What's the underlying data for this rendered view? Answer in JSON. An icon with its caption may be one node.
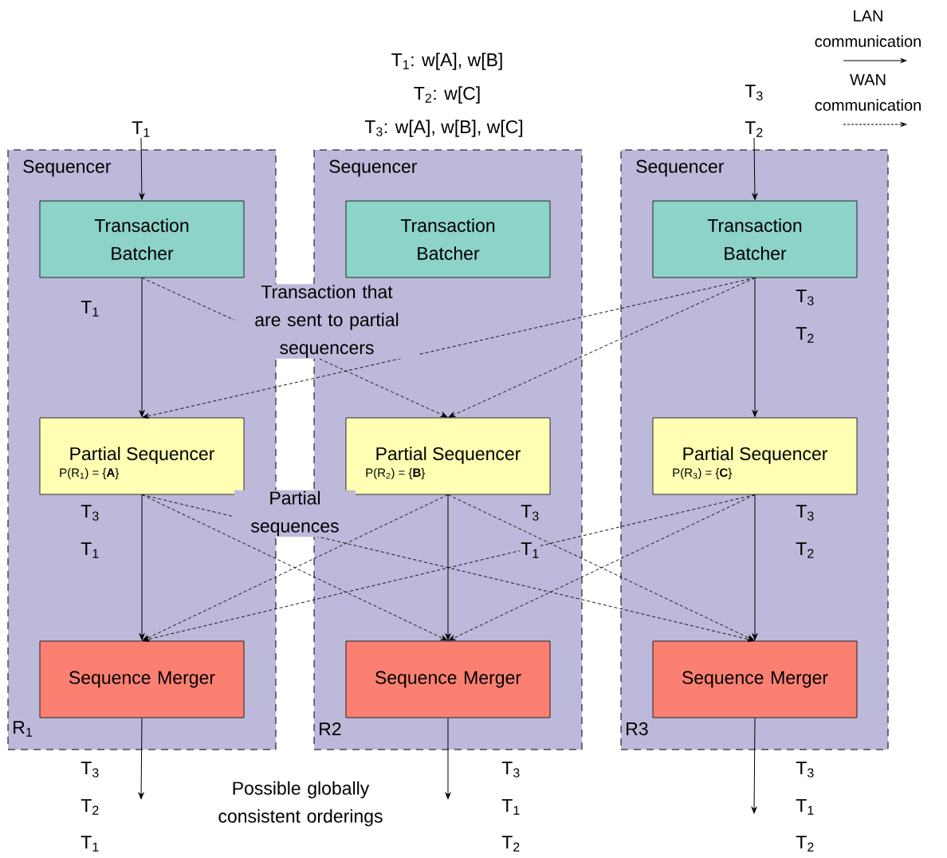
{
  "diagram": {
    "nodes": [
      {
        "text": [
          "Sequencer",
          "R$_{1}$"
        ]
      },
      {
        "text": [
          "Transaction Batcher"
        ],
        "in": 0
      },
      {
        "text": [
          "Partial Sequencer",
          "P(R$_{1}$) = {**A**}"
        ],
        "in": 0
      },
      {
        "text": [
          "Sequence Merger"
        ],
        "in": 0
      },
      {
        "text": [
          "Sequencer",
          "R2"
        ]
      },
      {
        "text": [
          "Transaction Batcher"
        ],
        "in": 4
      },
      {
        "text": [
          "Partial Sequencer",
          "P(R$_{2}$) = {**B**}"
        ],
        "in": 4
      },
      {
        "text": [
          "Sequence Merger"
        ],
        "in": 4
      },
      {
        "text": [
          "Sequencer",
          "R3"
        ]
      },
      {
        "text": [
          "Transaction Batcher"
        ],
        "in": 8
      },
      {
        "text": [
          "Partial Sequencer",
          "P(R$_{3}$) = {**C**}"
        ],
        "in": 8
      },
      {
        "text": [
          "Sequence Merger"
        ],
        "in": 8
      },
      {
        "text": [
          "T$_{1}$"
        ]
      },
      {
        "text": [
          "T$_{3}$",
          "T$_{2}$"
        ]
      }
    ],
    "edges": [
      {
        "from": 12,
        "to": 1,
        "arrow": "to"
      },
      {
        "from": 1,
        "to": 2,
        "arrow": "to"
      },
      {
        "from": 2,
        "to": 3,
        "arrow": "to"
      },
      {
        "from": 3,
        "to": null,
        "arrow": "to"
      },
      {
        "from": 6,
        "to": 7,
        "arrow": "to"
      },
      {
        "from": 7,
        "to": null,
        "arrow": "to"
      },
      {
        "from": 13,
        "to": 9,
        "arrow": "to"
      },
      {
        "from": 9,
        "to": 10,
        "arrow": "to"
      },
      {
        "from": 10,
        "to": 11,
        "arrow": "to"
      },
      {
        "from": 11,
        "to": null,
        "arrow": "to"
      },
      {
        "from": 1,
        "to": 6,
        "arrow": "to",
        "style": "dashed"
      },
      {
        "from": 9,
        "to": 2,
        "arrow": "to",
        "style": "dashed"
      },
      {
        "from": 9,
        "to": 6,
        "arrow": "to",
        "style": "dashed"
      },
      {
        "from": 2,
        "to": 7,
        "arrow": "to",
        "style": "dashed"
      },
      {
        "from": 2,
        "to": 11,
        "arrow": "to",
        "style": "dashed"
      },
      {
        "from": 6,
        "to": 3,
        "arrow": "to",
        "style": "dashed"
      },
      {
        "from": 6,
        "to": 11,
        "arrow": "to",
        "style": "dashed"
      },
      {
        "from": 10,
        "to": 3,
        "arrow": "to",
        "style": "dashed"
      },
      {
        "from": 10,
        "to": 7,
        "arrow": "to",
        "style": "dashed"
      }
    ],
    "labels": [
      "T$_{1}$: w[A], w[B]",
      "T$_{2}$: w[C]",
      "T$_{3}$: w[A], w[B], w[C]",
      "T$_{1}$",
      "Transaction that are sent to partial sequencers",
      "T$_{3}$",
      "T$_{2}$",
      "Partial sequences",
      "T$_{3}$",
      "T$_{1}$",
      "T$_{3}$",
      "T$_{1}$",
      "T$_{3}$",
      "T$_{2}$",
      "T$_{3}$",
      "T$_{2}$",
      "T$_{1}$",
      "Possible globally consistent orderings",
      "T$_{3}$",
      "T$_{1}$",
      "T$_{2}$",
      "T$_{3}$",
      "T$_{1}$",
      "T$_{2}$"
    ],
    "legend": [
      {
        "text": "LAN communication"
      },
      {
        "text": "WAN communication"
      }
    ]
  }
}
